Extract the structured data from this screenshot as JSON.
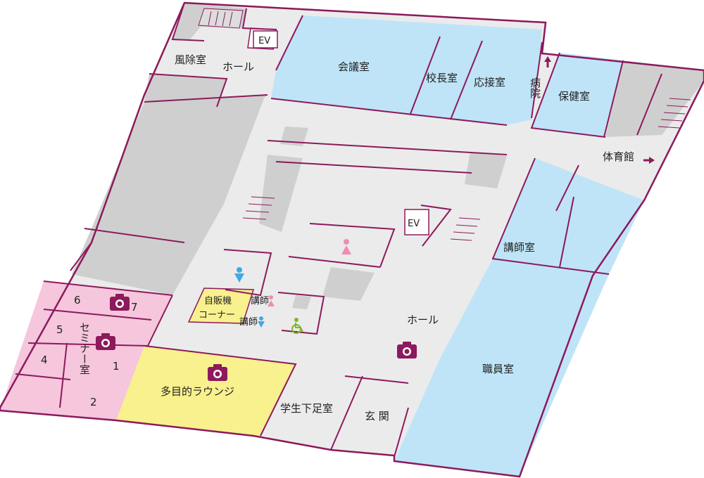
{
  "floor": {
    "labels": {
      "fujoshitsu": "風除室",
      "hall_top": "ホール",
      "ev_top": "EV",
      "kaigishitsu": "会議室",
      "kouchoushitsu": "校長室",
      "ousetsushitsu": "応接室",
      "byouin": "病院",
      "hokenshitsu": "保健室",
      "taiikukan": "体育館",
      "ev_center": "EV",
      "koushishitsu": "講師室",
      "jihanki": "自販機",
      "corner": "コーナー",
      "koushi_1": "講師",
      "koushi_2": "講師",
      "hall_main": "ホール",
      "shokuinshitsu": "職員室",
      "lounge": "多目的ラウンジ",
      "getabako": "学生下足室",
      "genkan": "玄 関",
      "seminar": "セミナー室",
      "room_1": "1",
      "room_2": "2",
      "room_4": "4",
      "room_5": "5",
      "room_6": "6",
      "room_7": "7"
    },
    "icons": {
      "camera_room7": "camera-icon",
      "camera_seminar": "camera-icon",
      "camera_lounge": "camera-icon",
      "camera_hall": "camera-icon",
      "toilet_women": "woman-icon",
      "toilet_men": "man-icon",
      "toilet_accessible": "wheelchair-icon",
      "arrow_hospital": "arrow-up-icon",
      "arrow_gym": "arrow-right-icon"
    },
    "colors": {
      "outline": "#8c1a5c",
      "corridor": "#ebebeb",
      "gray_block": "#cfcfcf",
      "blue_room": "#bfe4f7",
      "pink_room": "#f5c6dc",
      "yellow_room": "#f9f08e",
      "camera": "#8c1a5c",
      "women": "#f08cb4",
      "men": "#3fa9e0",
      "accessible": "#7ab82a"
    }
  }
}
